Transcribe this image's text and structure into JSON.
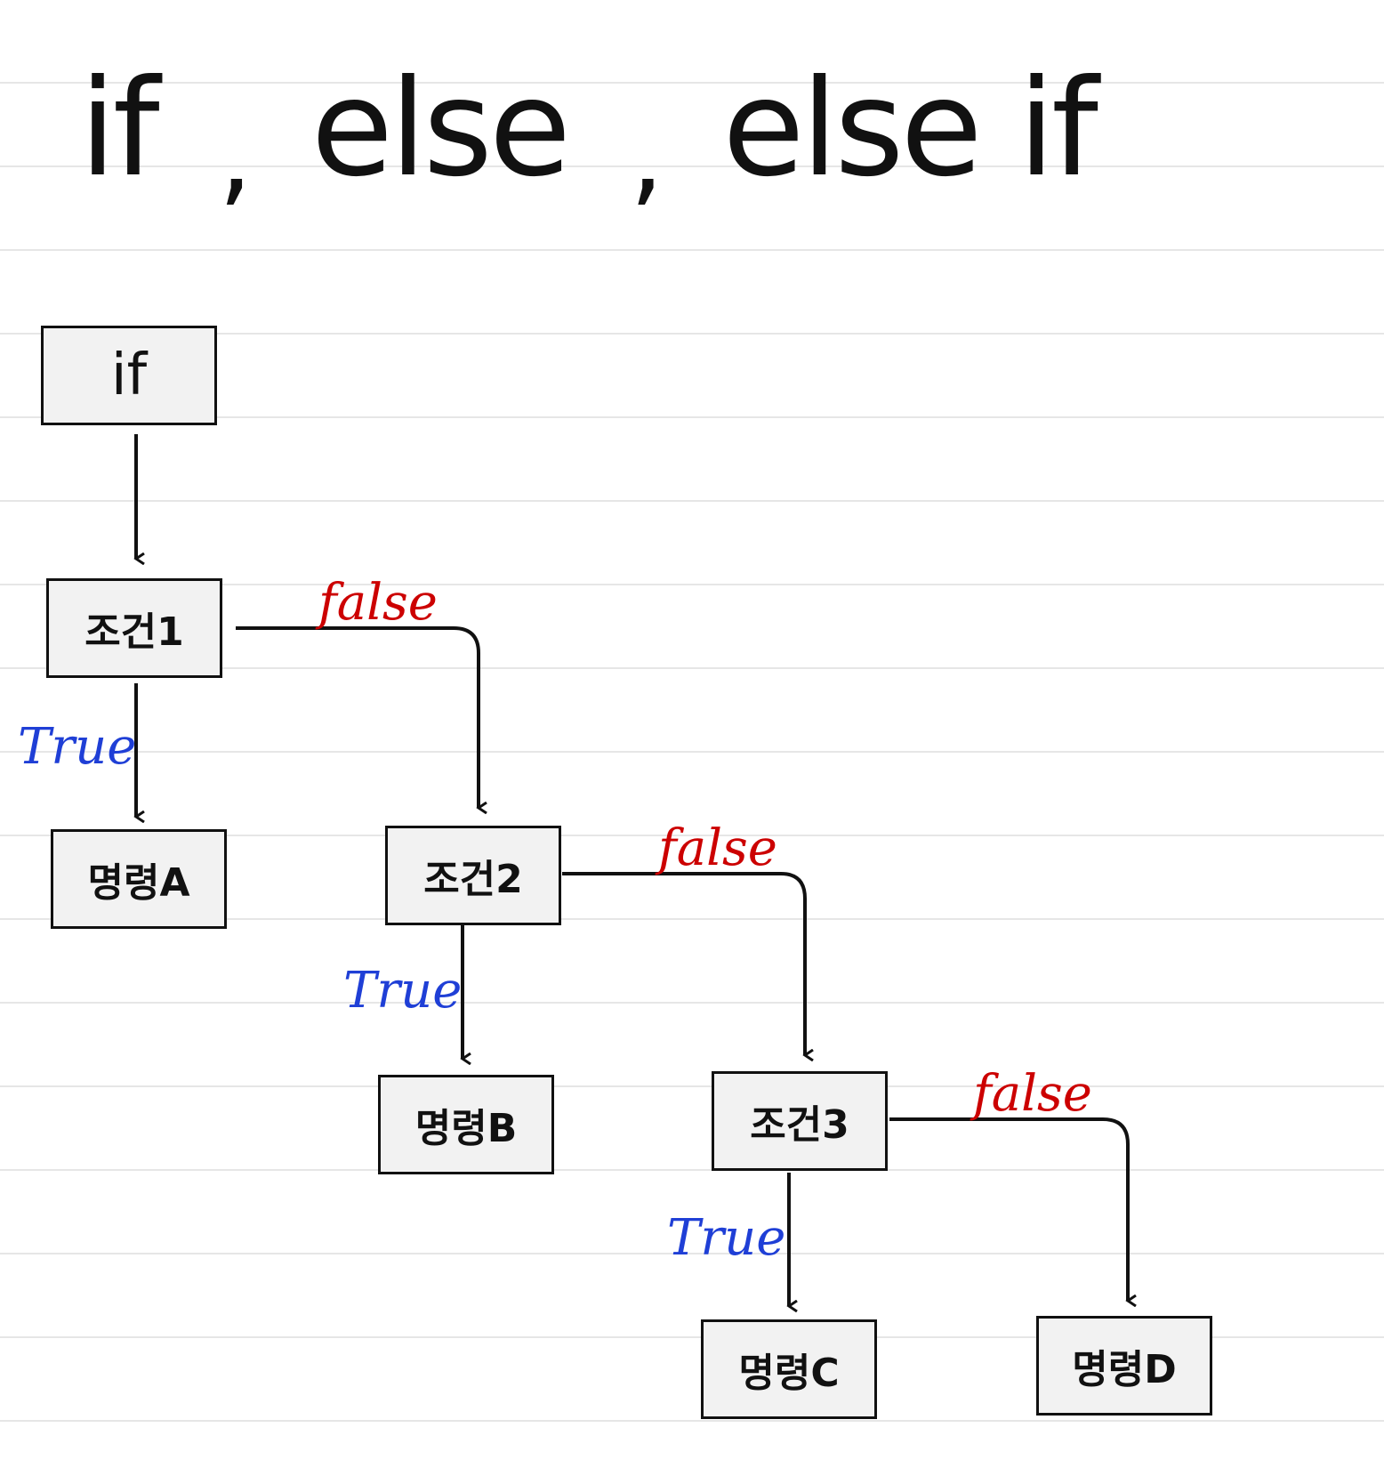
{
  "title": {
    "part1": "if",
    "sep1": ",",
    "part2": "else",
    "sep2": ",",
    "part3": "else if"
  },
  "nodes": {
    "start": "if",
    "cond1": "조건1",
    "cond2": "조건2",
    "cond3": "조건3",
    "cmdA": "명령A",
    "cmdB": "명령B",
    "cmdC": "명령C",
    "cmdD": "명령D"
  },
  "labels": {
    "true": "True",
    "false": "false"
  },
  "colors": {
    "true": "#1f3fd6",
    "false": "#cc0000",
    "ink": "#111111"
  }
}
